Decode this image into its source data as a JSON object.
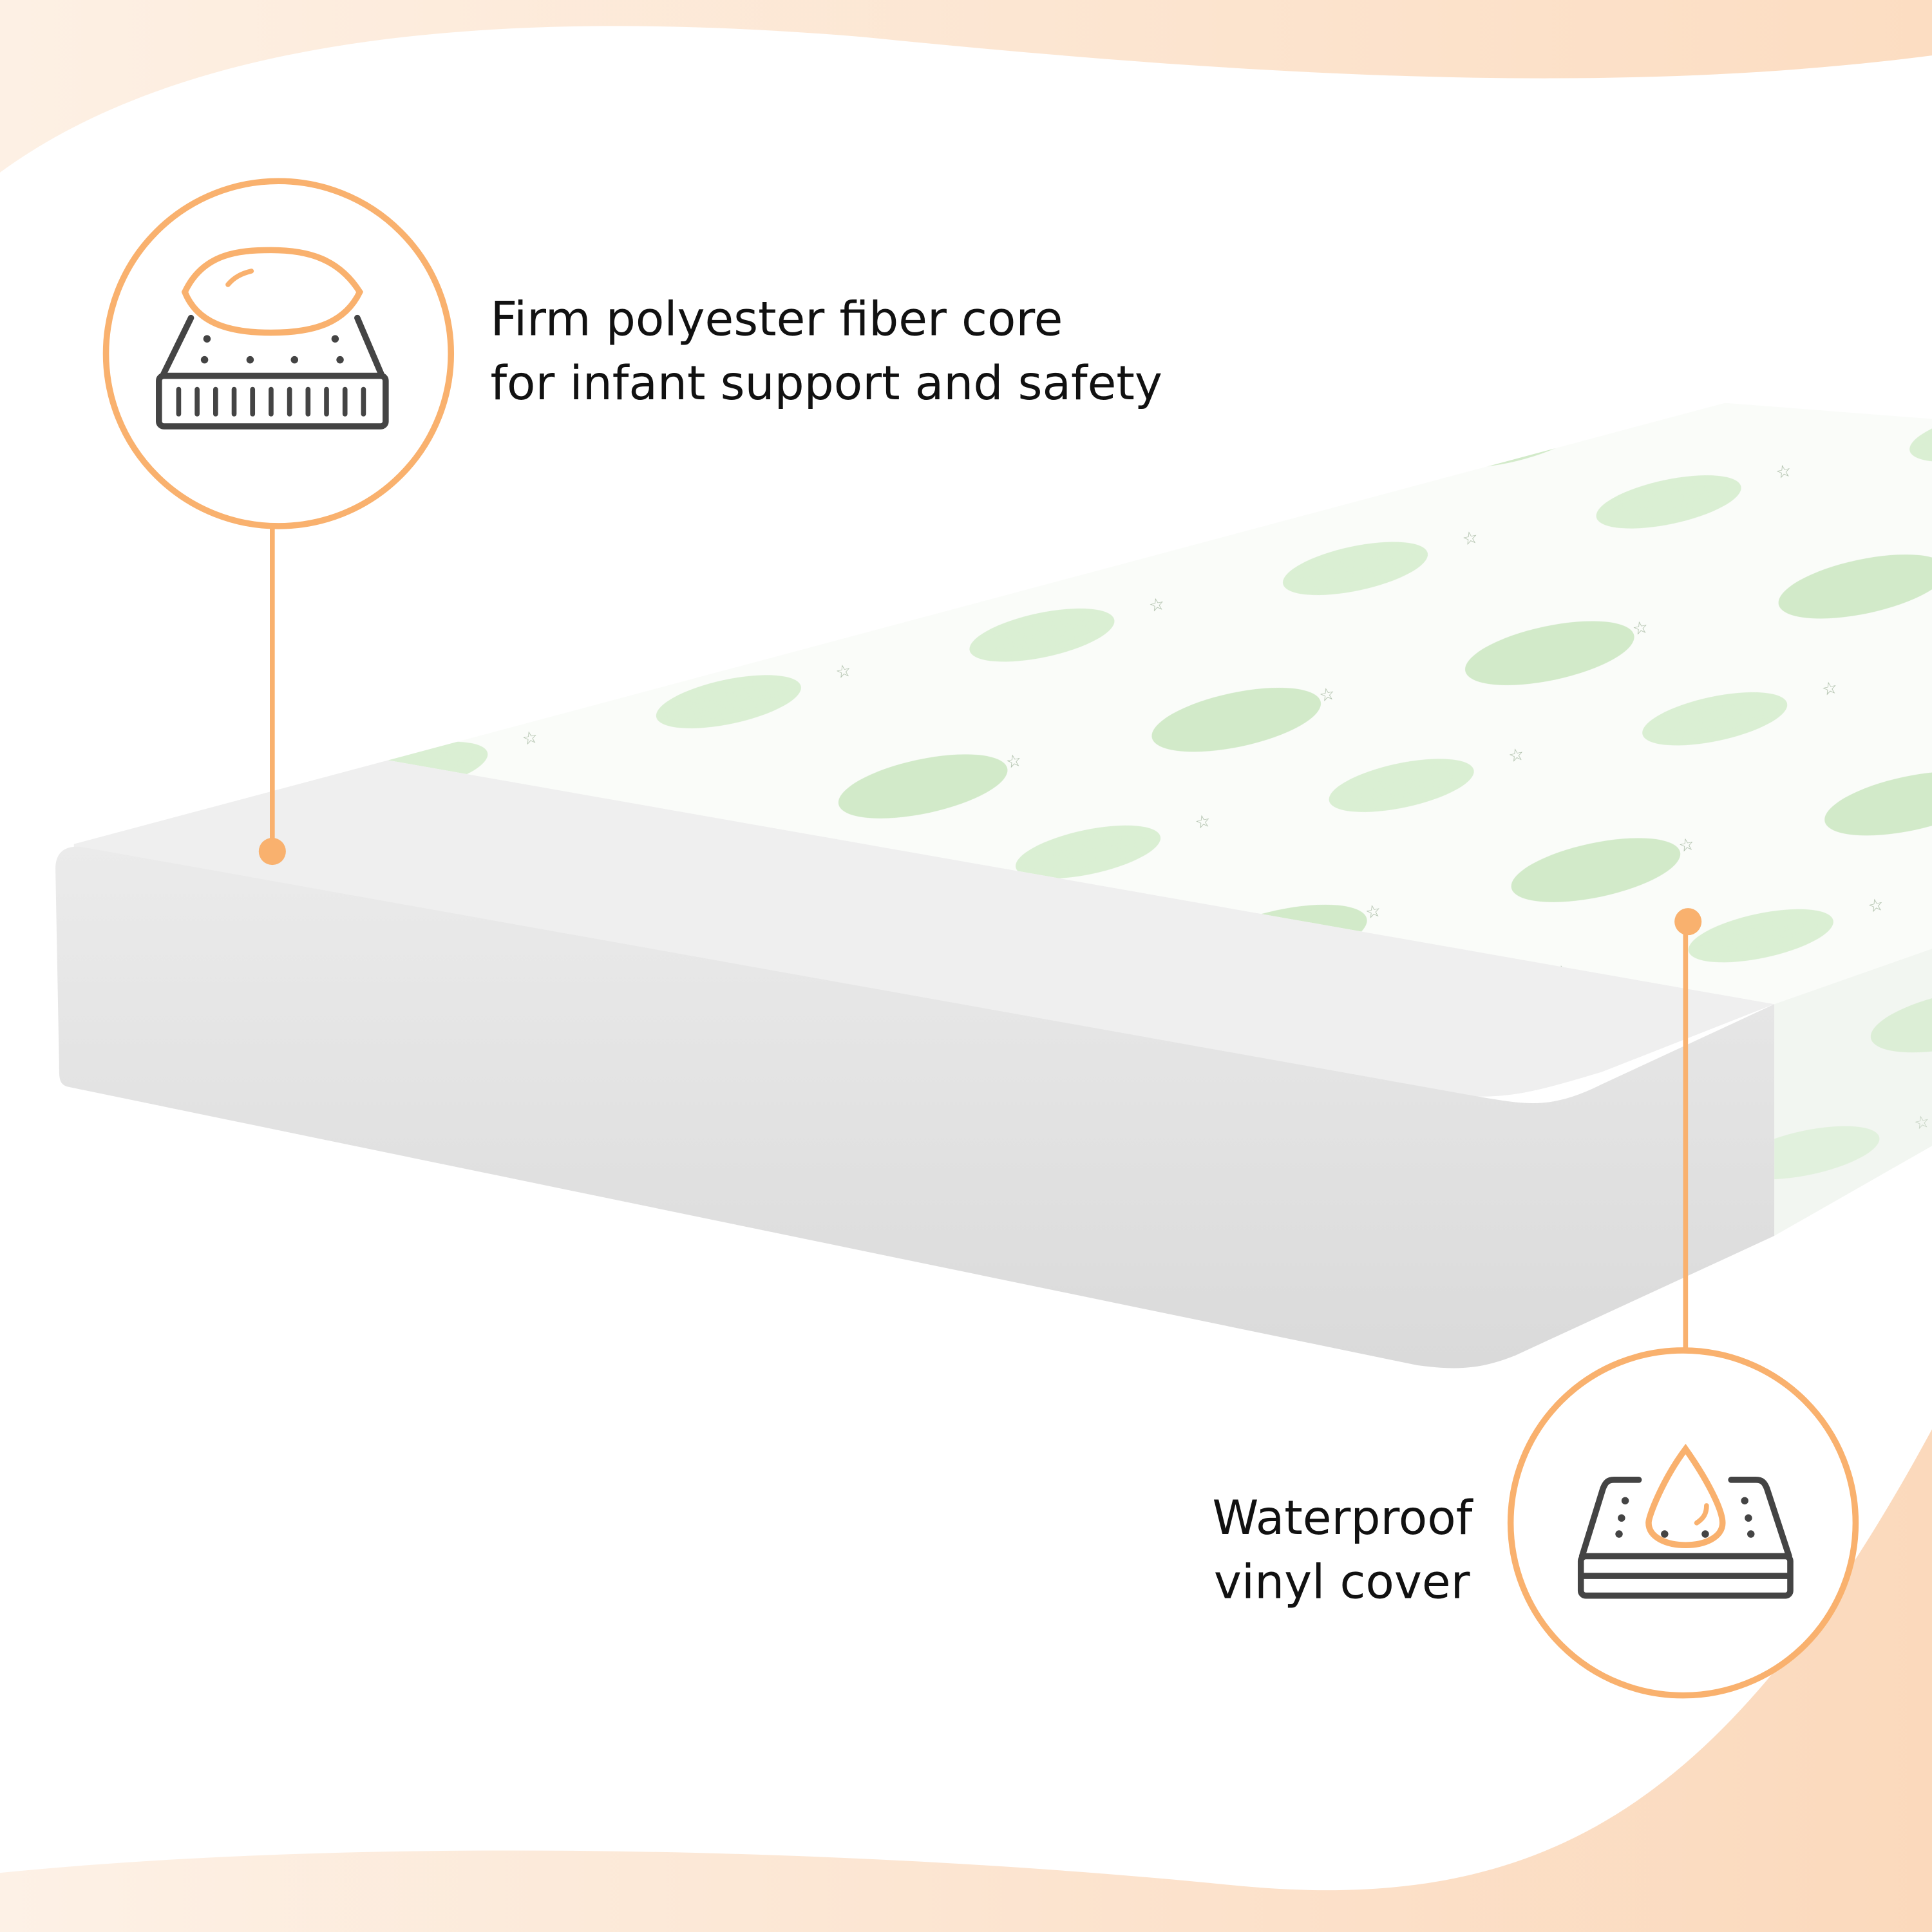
{
  "features": [
    {
      "icon": "mattress-pillow-icon",
      "lines": [
        "Firm polyester fiber core",
        "for infant support and safety"
      ]
    },
    {
      "icon": "waterproof-mattress-icon",
      "lines": [
        "Waterproof",
        "vinyl cover"
      ]
    }
  ],
  "colors": {
    "accent": "#F9B16E",
    "icon_dark": "#444444",
    "background_peach": "#FCE3CC",
    "foam": "#E6E6E6",
    "cover_print": "#B9DDB0"
  }
}
